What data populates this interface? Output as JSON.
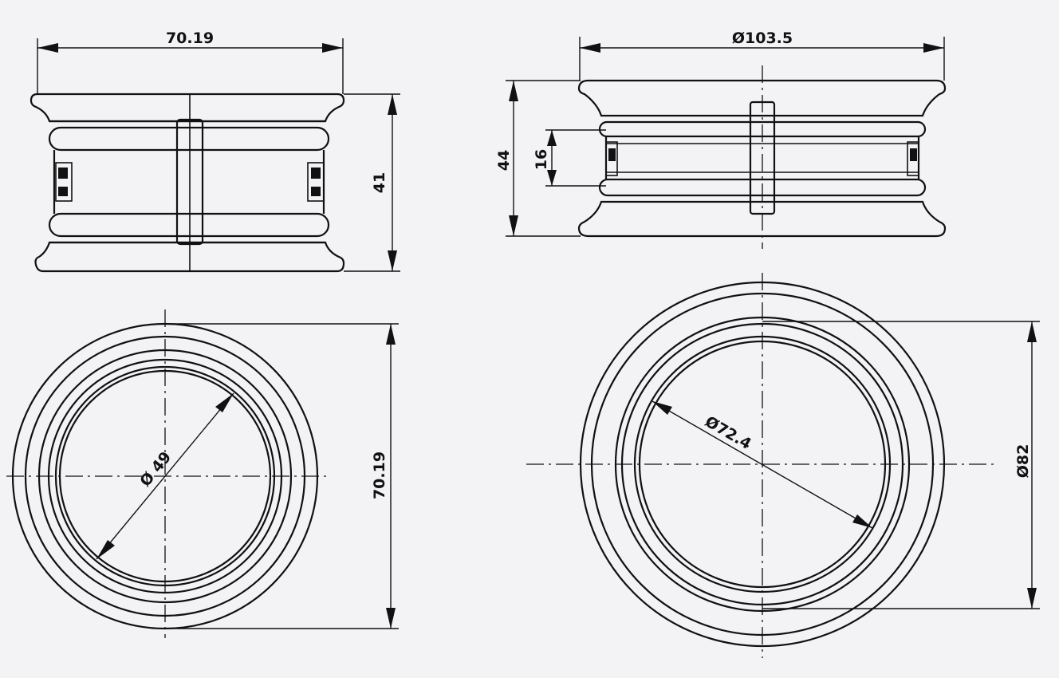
{
  "drawing": {
    "views": {
      "small_front": {
        "width_label": "70.19",
        "height_label": "41"
      },
      "large_front": {
        "diameter_label": "Ø103.5",
        "height_label": "44",
        "groove_label": "16"
      },
      "small_top": {
        "bore_label": "Ø 49",
        "outer_label": "70.19"
      },
      "large_top": {
        "bore_label": "Ø72.4",
        "outer_label": "Ø82"
      }
    },
    "colors": {
      "background": "#f3f3f5",
      "line": "#111111"
    }
  }
}
